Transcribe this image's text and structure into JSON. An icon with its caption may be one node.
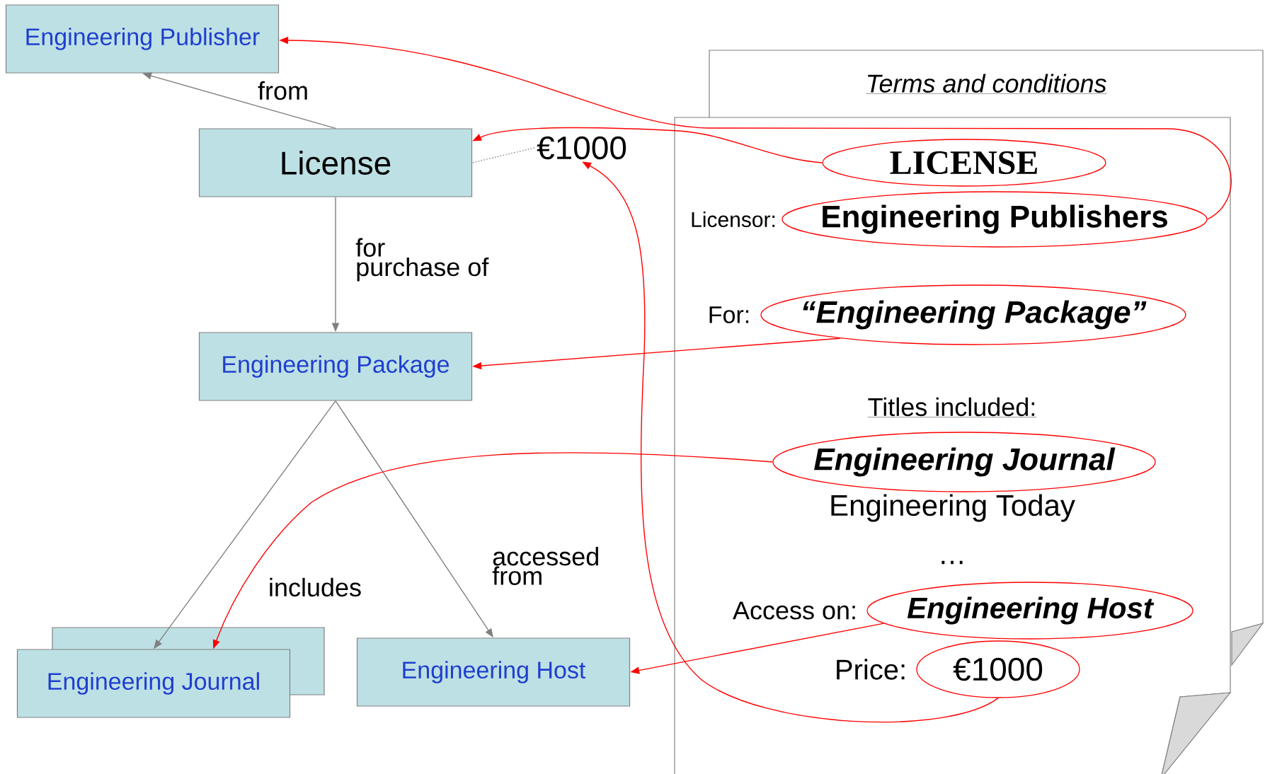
{
  "diagram": {
    "nodes": [
      {
        "text": [
          "Engineering Publisher"
        ]
      },
      {
        "text": [
          "License"
        ]
      },
      {
        "text": [
          "€1000"
        ]
      },
      {
        "text": [
          "Engineering Package"
        ]
      },
      {
        "text": [
          "Engineering Journal"
        ]
      },
      {
        "text": [
          "Engineering Host"
        ]
      },
      {
        "text": [
          "Terms and conditions"
        ]
      },
      {
        "text": [
          "Licensor:",
          "For:",
          "Titles included:",
          "Engineering Today",
          "…",
          "Access on:",
          "Price:"
        ]
      },
      {
        "text": [
          "LICENSE"
        ],
        "in": 7
      },
      {
        "text": [
          "Engineering Publishers"
        ],
        "in": 7
      },
      {
        "text": [
          "“Engineering Package”"
        ],
        "in": 7
      },
      {
        "text": [
          "Engineering Journal"
        ],
        "in": 7
      },
      {
        "text": [
          "Engineering Host"
        ],
        "in": 7
      },
      {
        "text": [
          "€1000"
        ],
        "in": 7
      }
    ],
    "edges": [
      {
        "from": 1,
        "to": 0,
        "arrow": "to",
        "label": "from",
        "color": "#808080"
      },
      {
        "from": 1,
        "to": 3,
        "arrow": "to",
        "label": "for purchase of",
        "color": "#808080"
      },
      {
        "from": 3,
        "to": 4,
        "arrow": "to",
        "label": "includes",
        "color": "#808080"
      },
      {
        "from": 3,
        "to": 5,
        "arrow": "to",
        "label": "accessed from",
        "color": "#808080"
      },
      {
        "from": 2,
        "to": 1,
        "arrow": "none",
        "style": "dashed",
        "color": "#808080"
      },
      {
        "from": 9,
        "to": 0,
        "arrow": "to"
      },
      {
        "from": 8,
        "to": 1,
        "arrow": "to"
      },
      {
        "from": 10,
        "to": 3,
        "arrow": "to"
      },
      {
        "from": 11,
        "to": 4,
        "arrow": "to"
      },
      {
        "from": 12,
        "to": 5,
        "arrow": "to"
      },
      {
        "from": 13,
        "to": 2,
        "arrow": "to"
      }
    ]
  }
}
